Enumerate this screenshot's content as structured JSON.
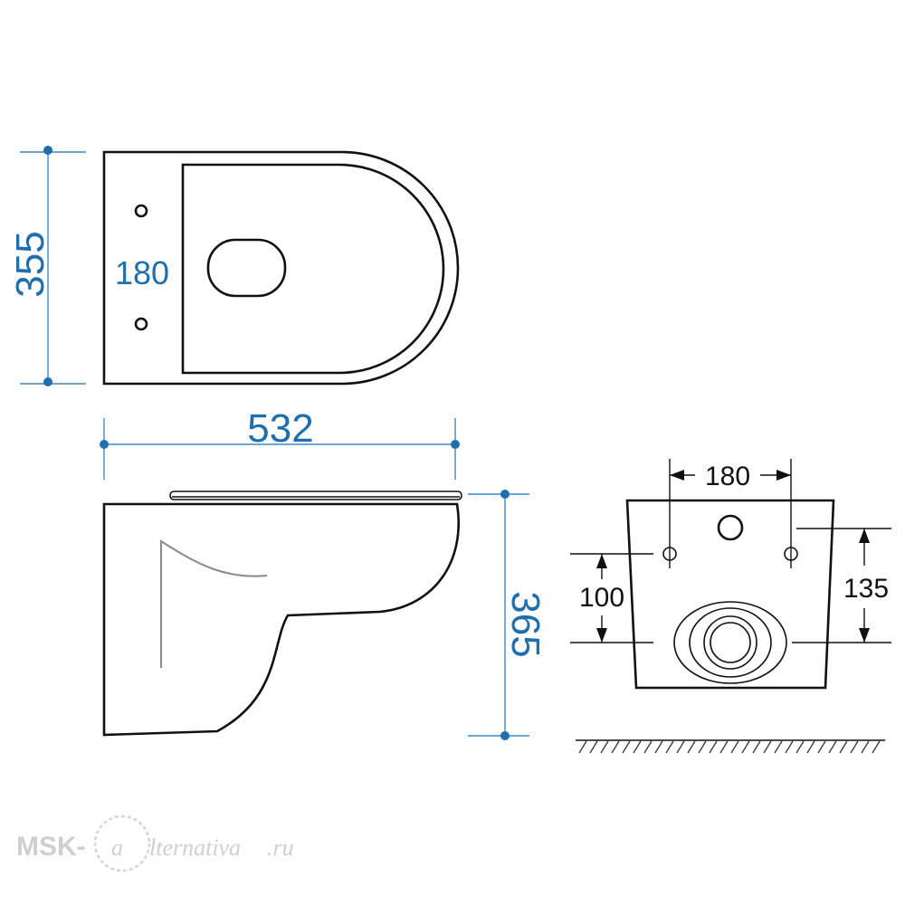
{
  "top_view": {
    "depth_dim": "355",
    "bolt_spacing_dim": "180"
  },
  "length_dim": "532",
  "side_view": {
    "height_dim": "365"
  },
  "rear_view": {
    "bolt_spacing_dim": "180",
    "bolt_height_dim": "100",
    "outlet_height_dim": "135"
  },
  "watermark": {
    "brand_prefix": "MSK-",
    "brand_suffix": "lternativa",
    "domain": ".ru"
  },
  "colors": {
    "dimension_text": "#1f6fb0",
    "line": "#111111"
  }
}
